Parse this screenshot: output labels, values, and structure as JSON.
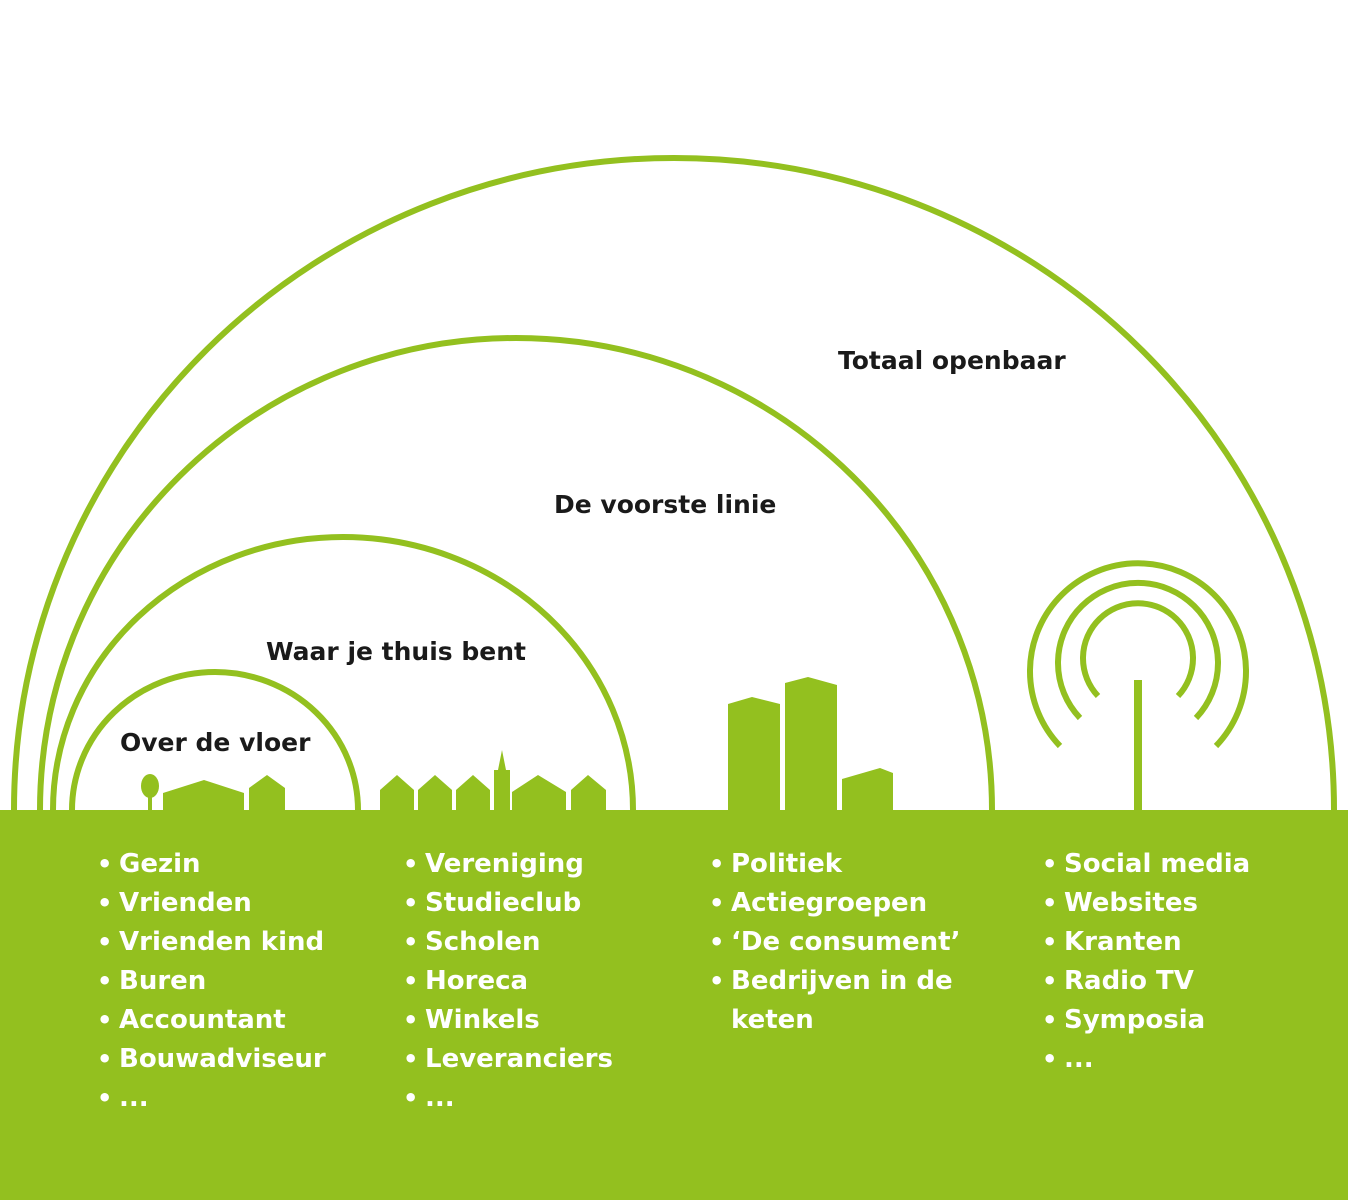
{
  "colors": {
    "accent": "#93c01f",
    "text": "#1a1a1a",
    "background": "#ffffff",
    "list_text": "#ffffff"
  },
  "rings": [
    {
      "label": "Over de vloer"
    },
    {
      "label": "Waar je thuis bent"
    },
    {
      "label": "De voorste linie"
    },
    {
      "label": "Totaal openbaar"
    }
  ],
  "icons": [
    "tree-icon",
    "houses-icon",
    "village-church-icon",
    "office-towers-icon",
    "broadcast-antenna-icon"
  ],
  "columns": [
    {
      "items": [
        "Gezin",
        "Vrienden",
        "Vrienden kind",
        "Buren",
        "Accountant",
        "Bouwadviseur",
        "..."
      ]
    },
    {
      "items": [
        "Vereniging",
        "Studieclub",
        "Scholen",
        "Horeca",
        "Winkels",
        "Leveranciers",
        "..."
      ]
    },
    {
      "items": [
        "Politiek",
        "Actiegroepen",
        "‘De consument’",
        "Bedrijven in de keten"
      ]
    },
    {
      "items": [
        "Social media",
        "Websites",
        "Kranten",
        "Radio TV",
        "Symposia",
        "..."
      ]
    }
  ]
}
